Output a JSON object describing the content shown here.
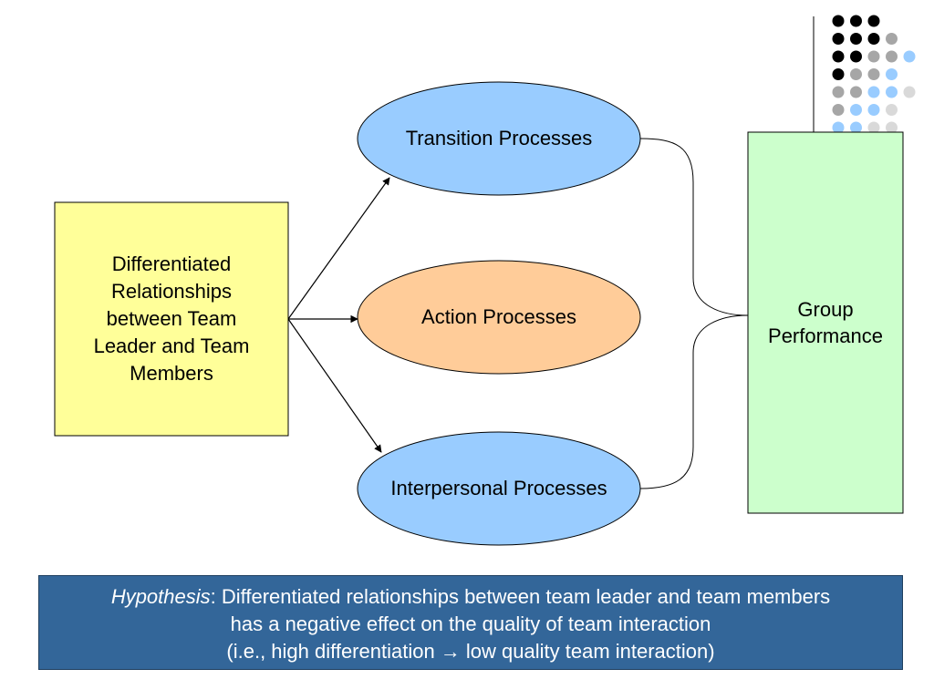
{
  "diagram": {
    "source": {
      "label": "Differentiated\nRelationships\nbetween Team\nLeader and Team\nMembers",
      "fill": "#ffff99"
    },
    "processes": [
      {
        "id": "transition",
        "label": "Transition Processes",
        "fill": "#99ccff"
      },
      {
        "id": "action",
        "label": "Action Processes",
        "fill": "#ffcc99"
      },
      {
        "id": "interpersonal",
        "label": "Interpersonal Processes",
        "fill": "#99ccff"
      }
    ],
    "outcome": {
      "label": "Group\nPerformance",
      "fill": "#ccffcc"
    }
  },
  "hypothesis": {
    "term": "Hypothesis",
    "line1_rest": ": Differentiated relationships between team leader and team members",
    "line2": "has a negative effect on the quality of team interaction",
    "line3": "(i.e., high differentiation → low quality team interaction)",
    "fill": "#336699"
  },
  "decoration": {
    "dot_colors": [
      "#000000",
      "#a6a6a6",
      "#99ccff",
      "#d9d9d9"
    ]
  }
}
